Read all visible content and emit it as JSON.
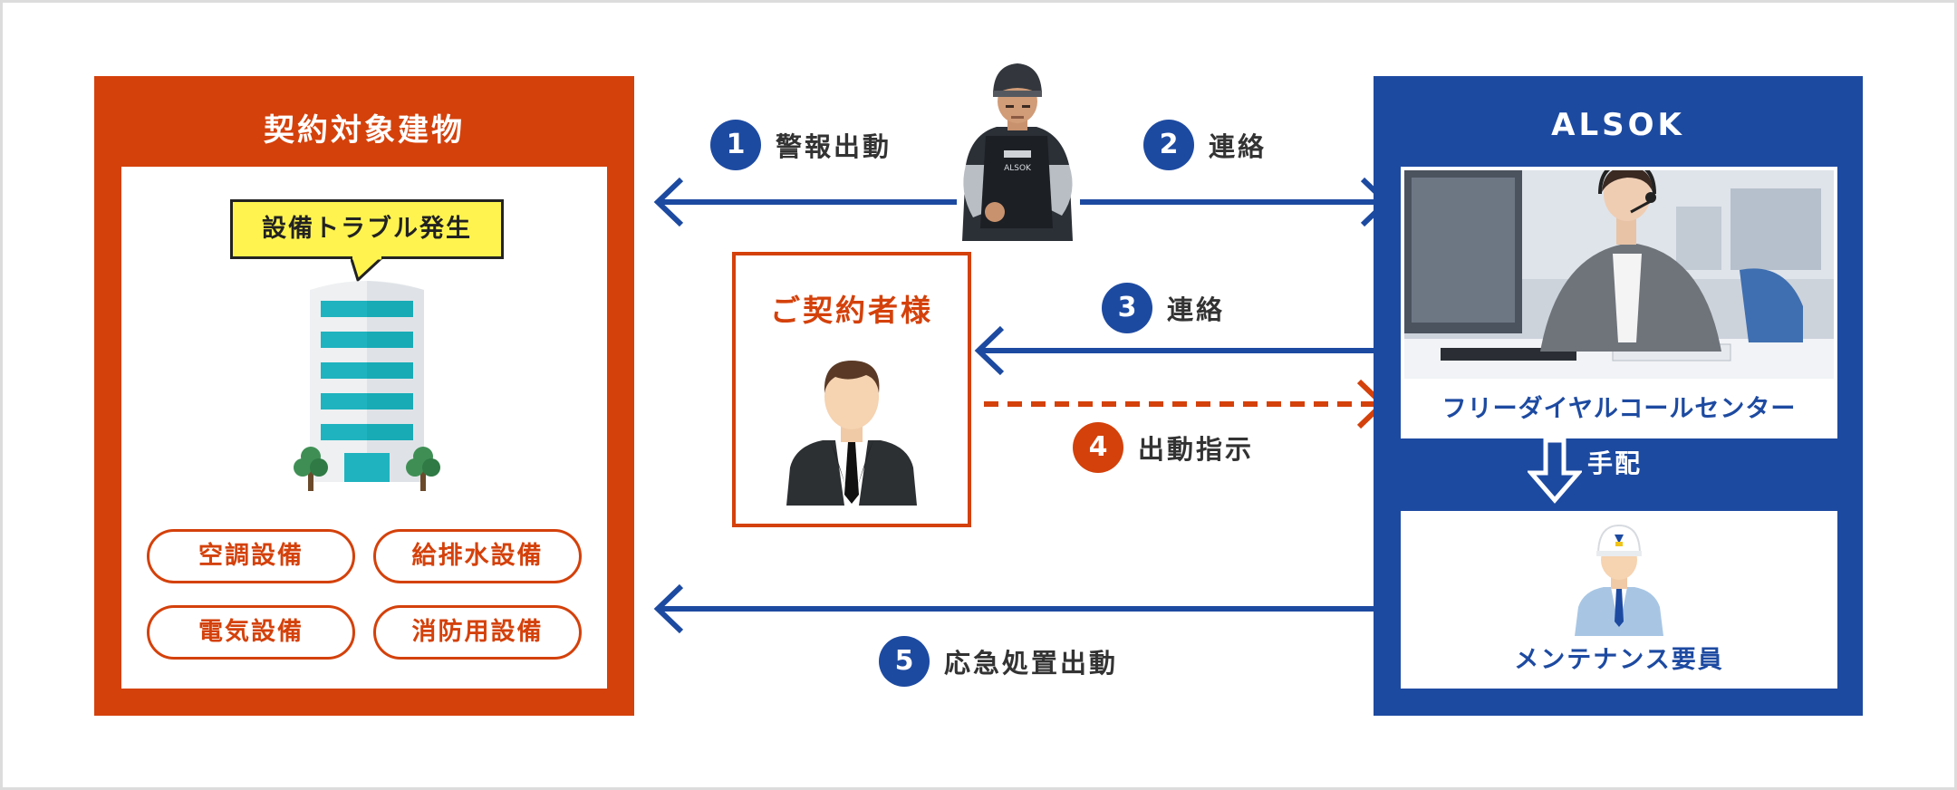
{
  "building_panel": {
    "title": "契約対象建物",
    "bubble": "設備トラブル発生",
    "equipment": [
      "空調設備",
      "給排水設備",
      "電気設備",
      "消防用設備"
    ]
  },
  "alsok_panel": {
    "title": "ALSOK",
    "callcenter_label": "フリーダイヤルコールセンター",
    "arrange_label": "手配",
    "maintenance_label": "メンテナンス要員"
  },
  "customer": {
    "title": "ご契約者様"
  },
  "guard_vest_text": "ALSOK",
  "steps": [
    {
      "num": "1",
      "label": "警報出動"
    },
    {
      "num": "2",
      "label": "連絡"
    },
    {
      "num": "3",
      "label": "連絡"
    },
    {
      "num": "4",
      "label": "出動指示"
    },
    {
      "num": "5",
      "label": "応急処置出動"
    }
  ],
  "colors": {
    "orange": "#d4410b",
    "blue": "#1d4aa1",
    "bubble_yellow": "#fff44f",
    "building_teal": "#1fb3bf"
  },
  "icons": {
    "building": "office-building-icon",
    "tree": "tree-icon",
    "customer": "businessman-icon",
    "maintenance": "worker-helmet-icon",
    "guard": "security-guard-photo"
  }
}
